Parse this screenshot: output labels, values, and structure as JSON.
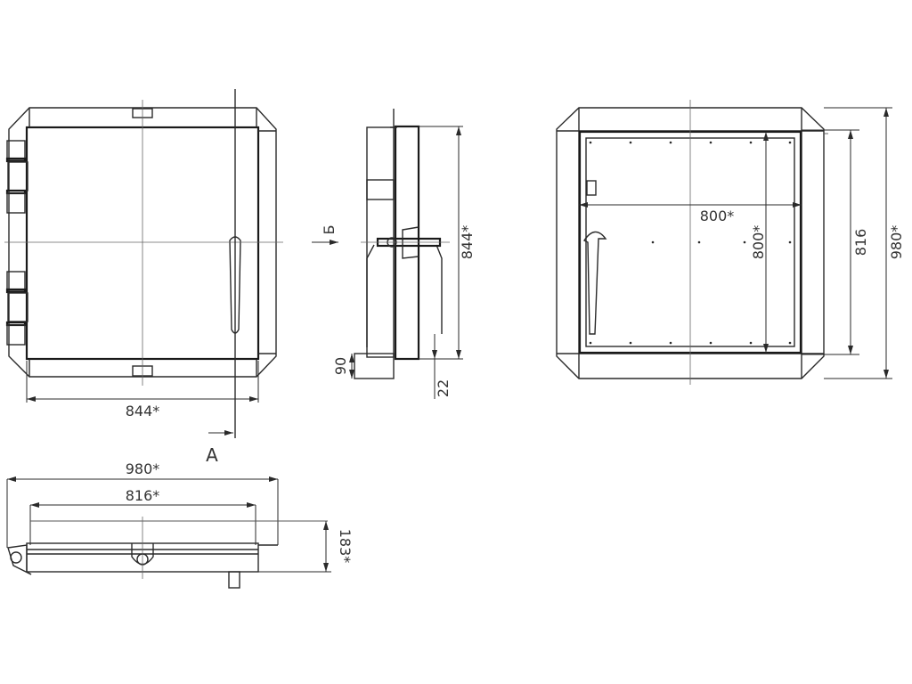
{
  "drawing": {
    "type": "technical-drawing",
    "views": {
      "front_view": {
        "width_dim": "844*",
        "section_marker": "A"
      },
      "side_view": {
        "height_dim": "844*",
        "flange_dim": "90",
        "offset_dim": "22",
        "view_marker": "Б"
      },
      "rear_view": {
        "inner_width_dim": "800*",
        "inner_height_dim": "800*",
        "frame_height_dim": "816",
        "outer_height_dim": "980*"
      },
      "top_view": {
        "outer_width_dim": "980*",
        "frame_width_dim": "816*",
        "depth_dim": "183*"
      }
    },
    "colors": {
      "line": "#2a2a2a",
      "background": "#ffffff"
    }
  }
}
